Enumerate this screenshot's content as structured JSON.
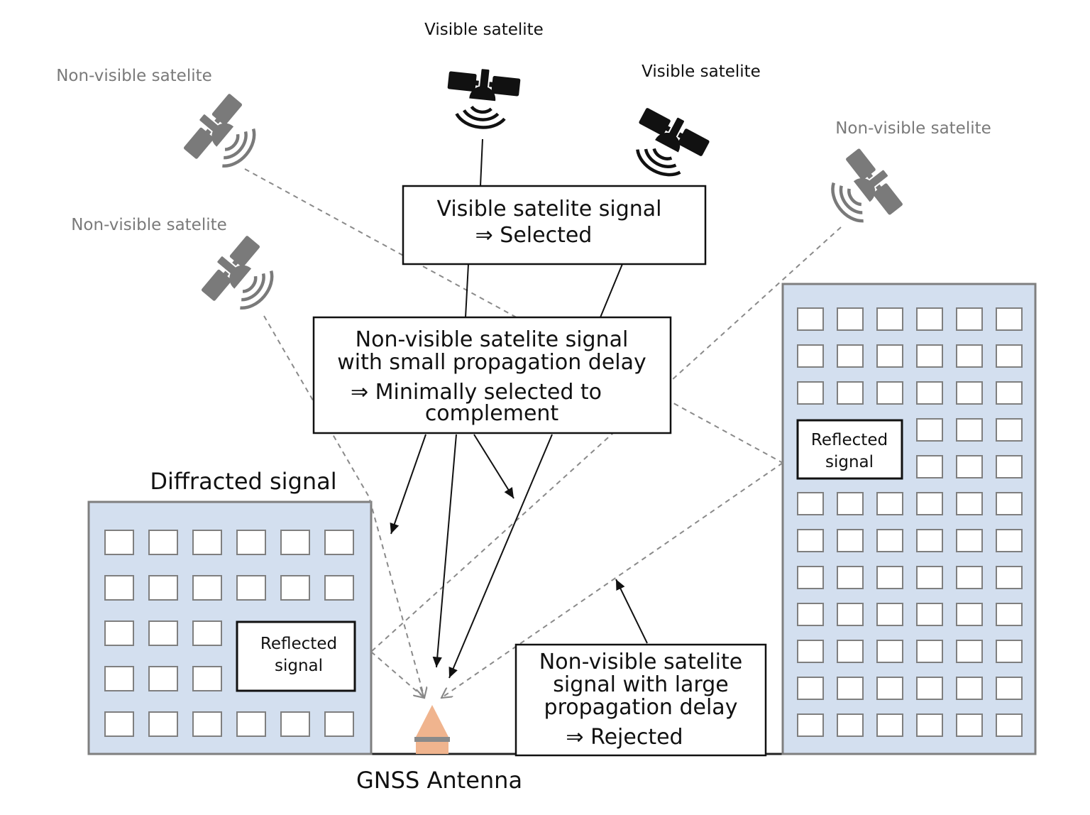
{
  "satellites": {
    "visible_1": "Visible satelite",
    "visible_2": "Visible satelite",
    "nonvisible_top_left": "Non-visible satelite",
    "nonvisible_mid_left": "Non-visible satelite",
    "nonvisible_right": "Non-visible satelite"
  },
  "boxes": {
    "visible": {
      "line1": "Visible satelite signal",
      "line2": "⇒ Selected"
    },
    "small_delay": {
      "line1": "Non-visible satelite signal",
      "line2": "with small propagation delay",
      "line3": "⇒ Minimally selected to",
      "line4": "complement"
    },
    "large_delay": {
      "line1": "Non-visible satelite",
      "line2": "signal with large",
      "line3": "propagation delay",
      "line4": "⇒ Rejected"
    },
    "reflected_left": {
      "line1": "Reflected",
      "line2": "signal"
    },
    "reflected_right": {
      "line1": "Reflected",
      "line2": "signal"
    }
  },
  "labels": {
    "diffracted": "Diffracted signal",
    "antenna": "GNSS Antenna"
  },
  "colors": {
    "building_fill": "#d3dfef",
    "building_stroke": "#7f7f7f",
    "visible_satellite": "#111111",
    "nonvisible_satellite": "#7a7a7a",
    "antenna": "#f0b48e"
  }
}
